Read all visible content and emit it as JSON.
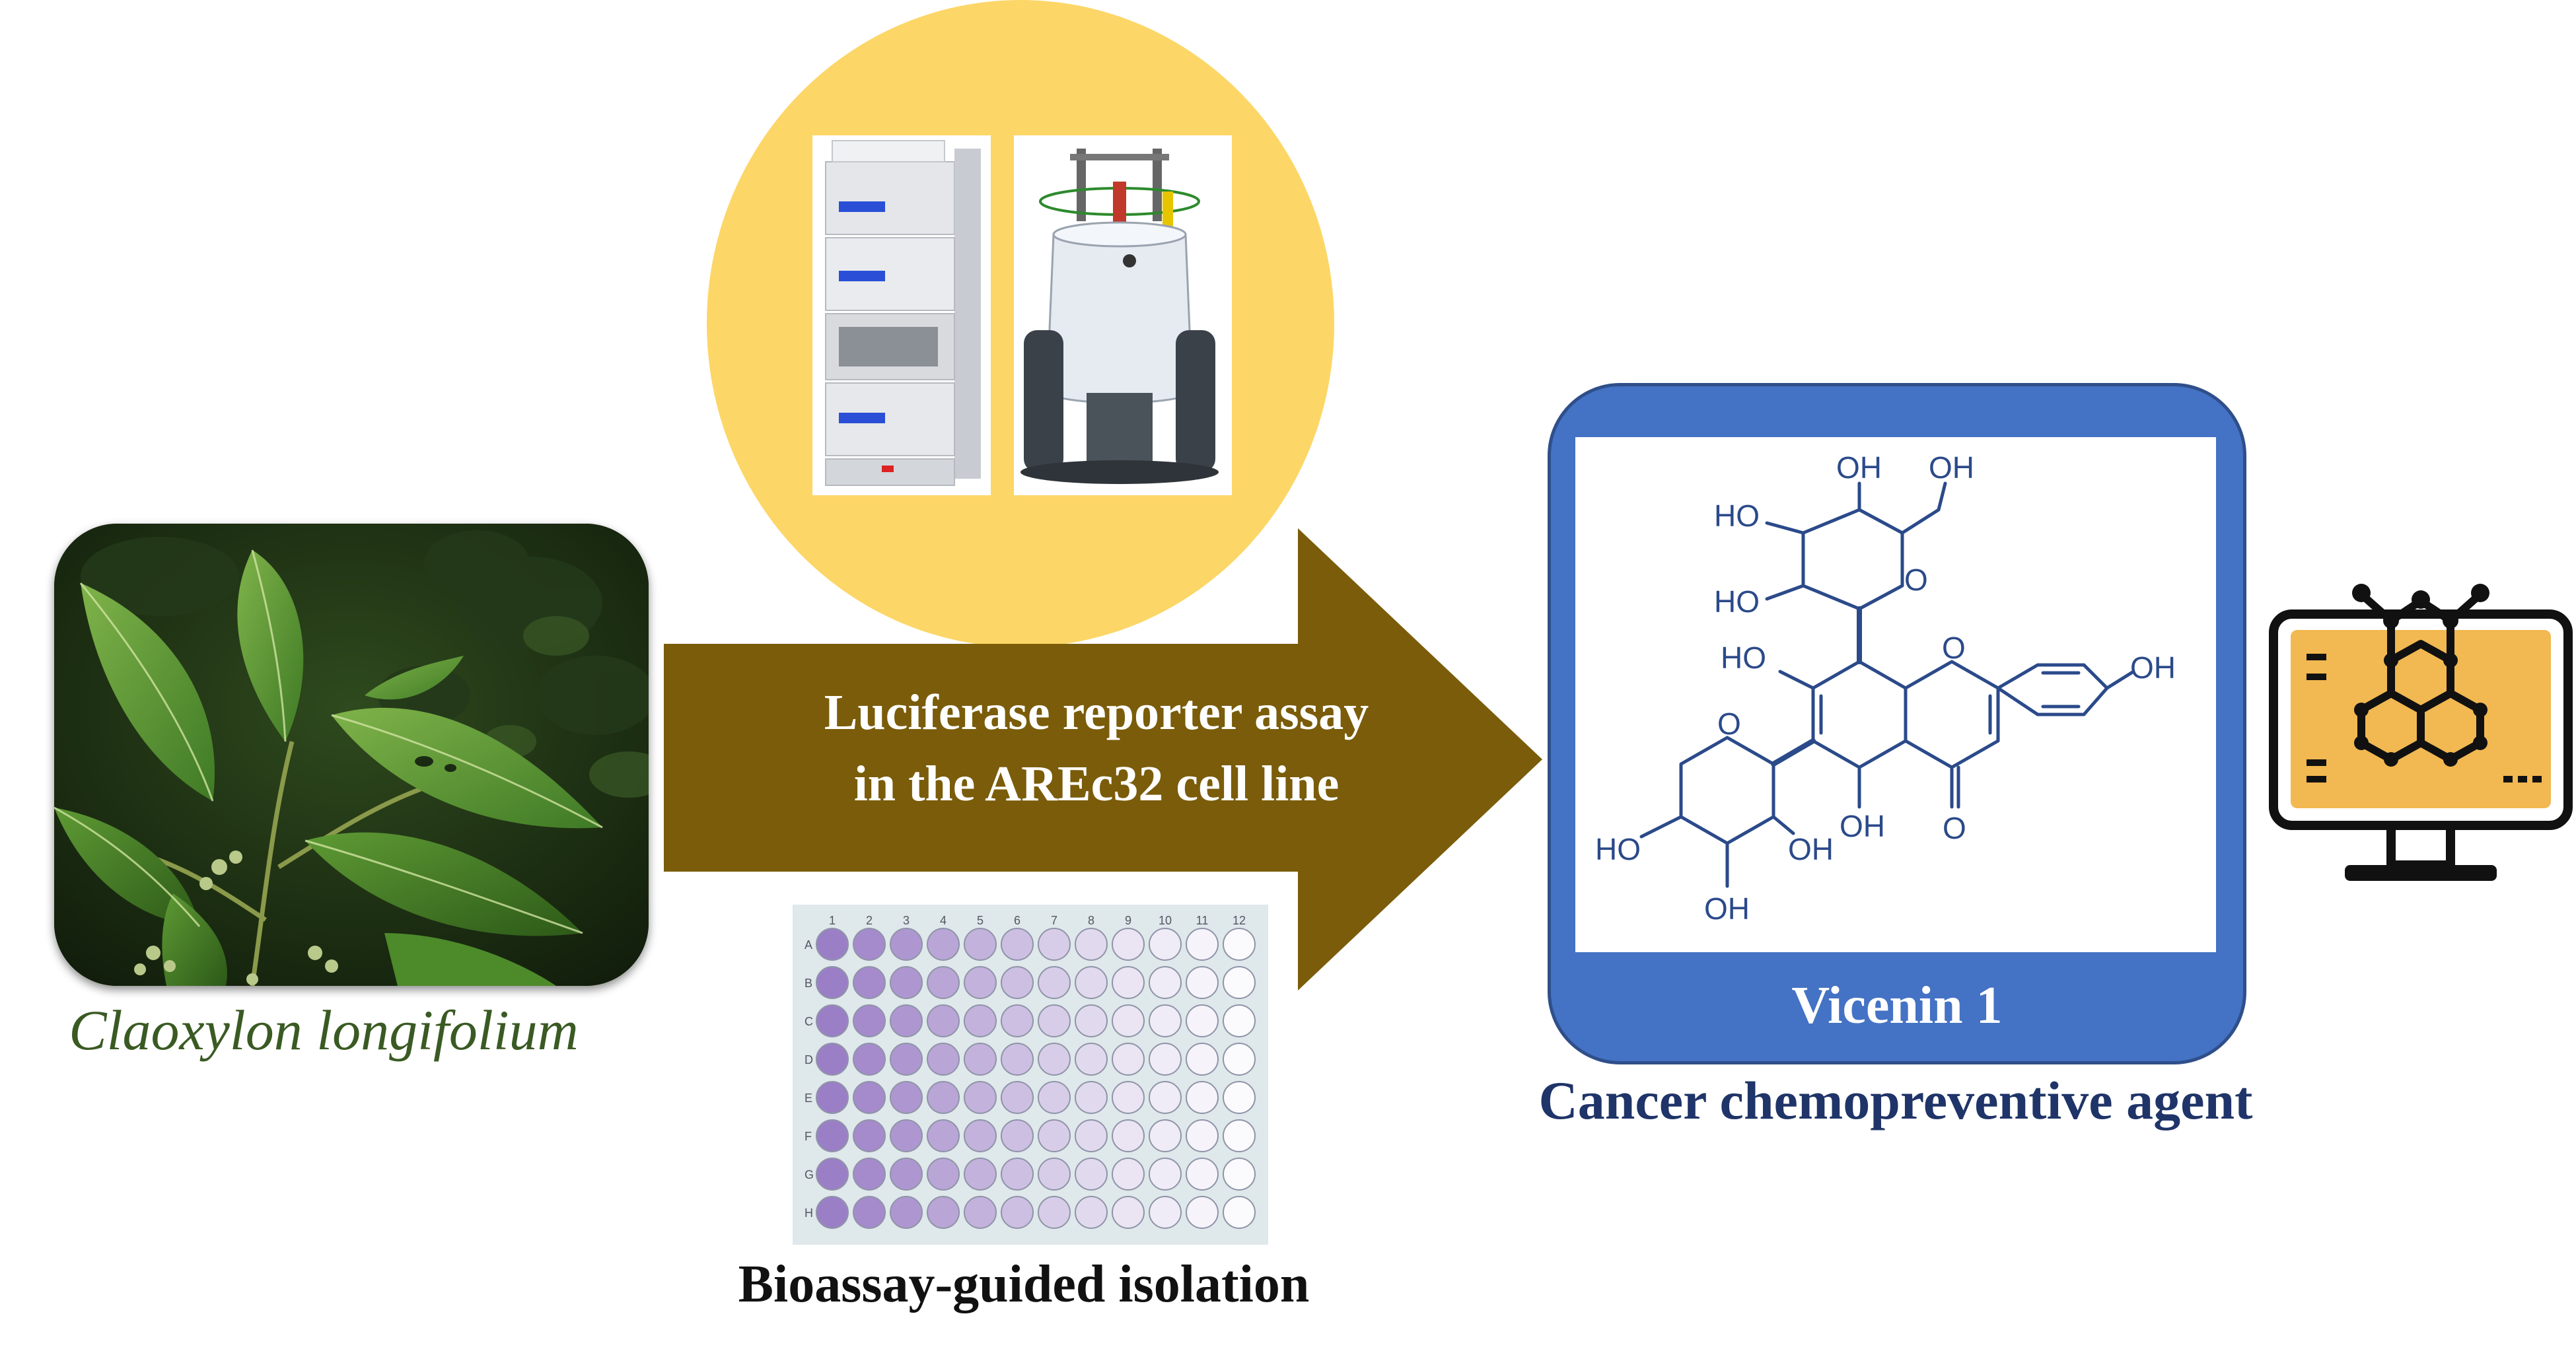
{
  "plant": {
    "caption": "Claoxylon longifolium"
  },
  "arrow": {
    "line1": "Luciferase reporter assay",
    "line2": "in the AREc32 cell line"
  },
  "plate": {
    "columns": [
      "1",
      "2",
      "3",
      "4",
      "5",
      "6",
      "7",
      "8",
      "9",
      "10",
      "11",
      "12"
    ],
    "rows": [
      "A",
      "B",
      "C",
      "D",
      "E",
      "F",
      "G",
      "H"
    ],
    "caption": "Bioassay-guided isolation"
  },
  "compound": {
    "name": "Vicenin 1",
    "caption": "Cancer chemopreventive agent",
    "atom_labels": {
      "oh_top1": "OH",
      "oh_top2": "OH",
      "ho_1": "HO",
      "ho_2": "HO",
      "ho_3": "HO",
      "o_ring1": "O",
      "o_chromone": "O",
      "oh_phenyl": "OH",
      "o_ring2": "O",
      "oh_5": "OH",
      "o_ketone": "O",
      "ho_4": "HO",
      "oh_mid": "OH",
      "oh_bottom": "OH"
    }
  },
  "colors": {
    "arrow": "#7a5c0a",
    "circle": "#fcd667",
    "box": "#4472c4",
    "structure": "#2b4a8a",
    "caption_green": "#3a5a23",
    "caption_navy": "#1f3468",
    "monitor_screen": "#f2b851"
  },
  "icons": {
    "monitor": "computer-monitor-molecule-icon"
  }
}
